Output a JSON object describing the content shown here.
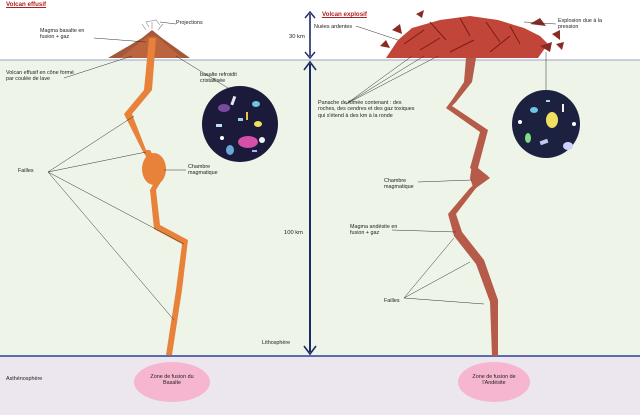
{
  "titles": {
    "effusive": "Volcan effusif",
    "explosive": "Volcan explosif"
  },
  "labels": {
    "projections": "Projections",
    "basalt_magma": "Magma basalte en fusion + gaz",
    "effusive_cone": "Volcan effusif en cône formé par coulée de lave",
    "cooled_basalt": "basalte refroidit cristallisée",
    "faults_left": "Failles",
    "chamber_left": "Chambre magmatique",
    "explosion": "Explosion due à la pression",
    "nuees": "Nuées ardentes",
    "plume": "Panache de fumée contenant : des roches, des cendres et des gaz toxiques qui s'étend à des km à la ronde",
    "chamber_right": "Chambre magmatique",
    "andesite_magma": "Magma andésite en fusion + gaz",
    "faults_right": "Failles",
    "lithosphere": "Lithosphère",
    "asthenosphere": "Asthénosphère",
    "zone_basalt": "Zone de fusion du Basalte",
    "zone_andesite": "Zone de fusion de l'Andésite"
  },
  "scale": {
    "top": "30 km",
    "main": "100 km"
  },
  "colors": {
    "magma_basalt": "#e8813a",
    "magma_andesite": "#b65a4a",
    "lithosphere_bg": "#eef5e8",
    "asthenosphere_bg": "#ece6ee",
    "zone_fill": "#f6b6cf",
    "title": "#b01f1f",
    "cone": "#a4583a",
    "explosion": "#c2453a"
  }
}
